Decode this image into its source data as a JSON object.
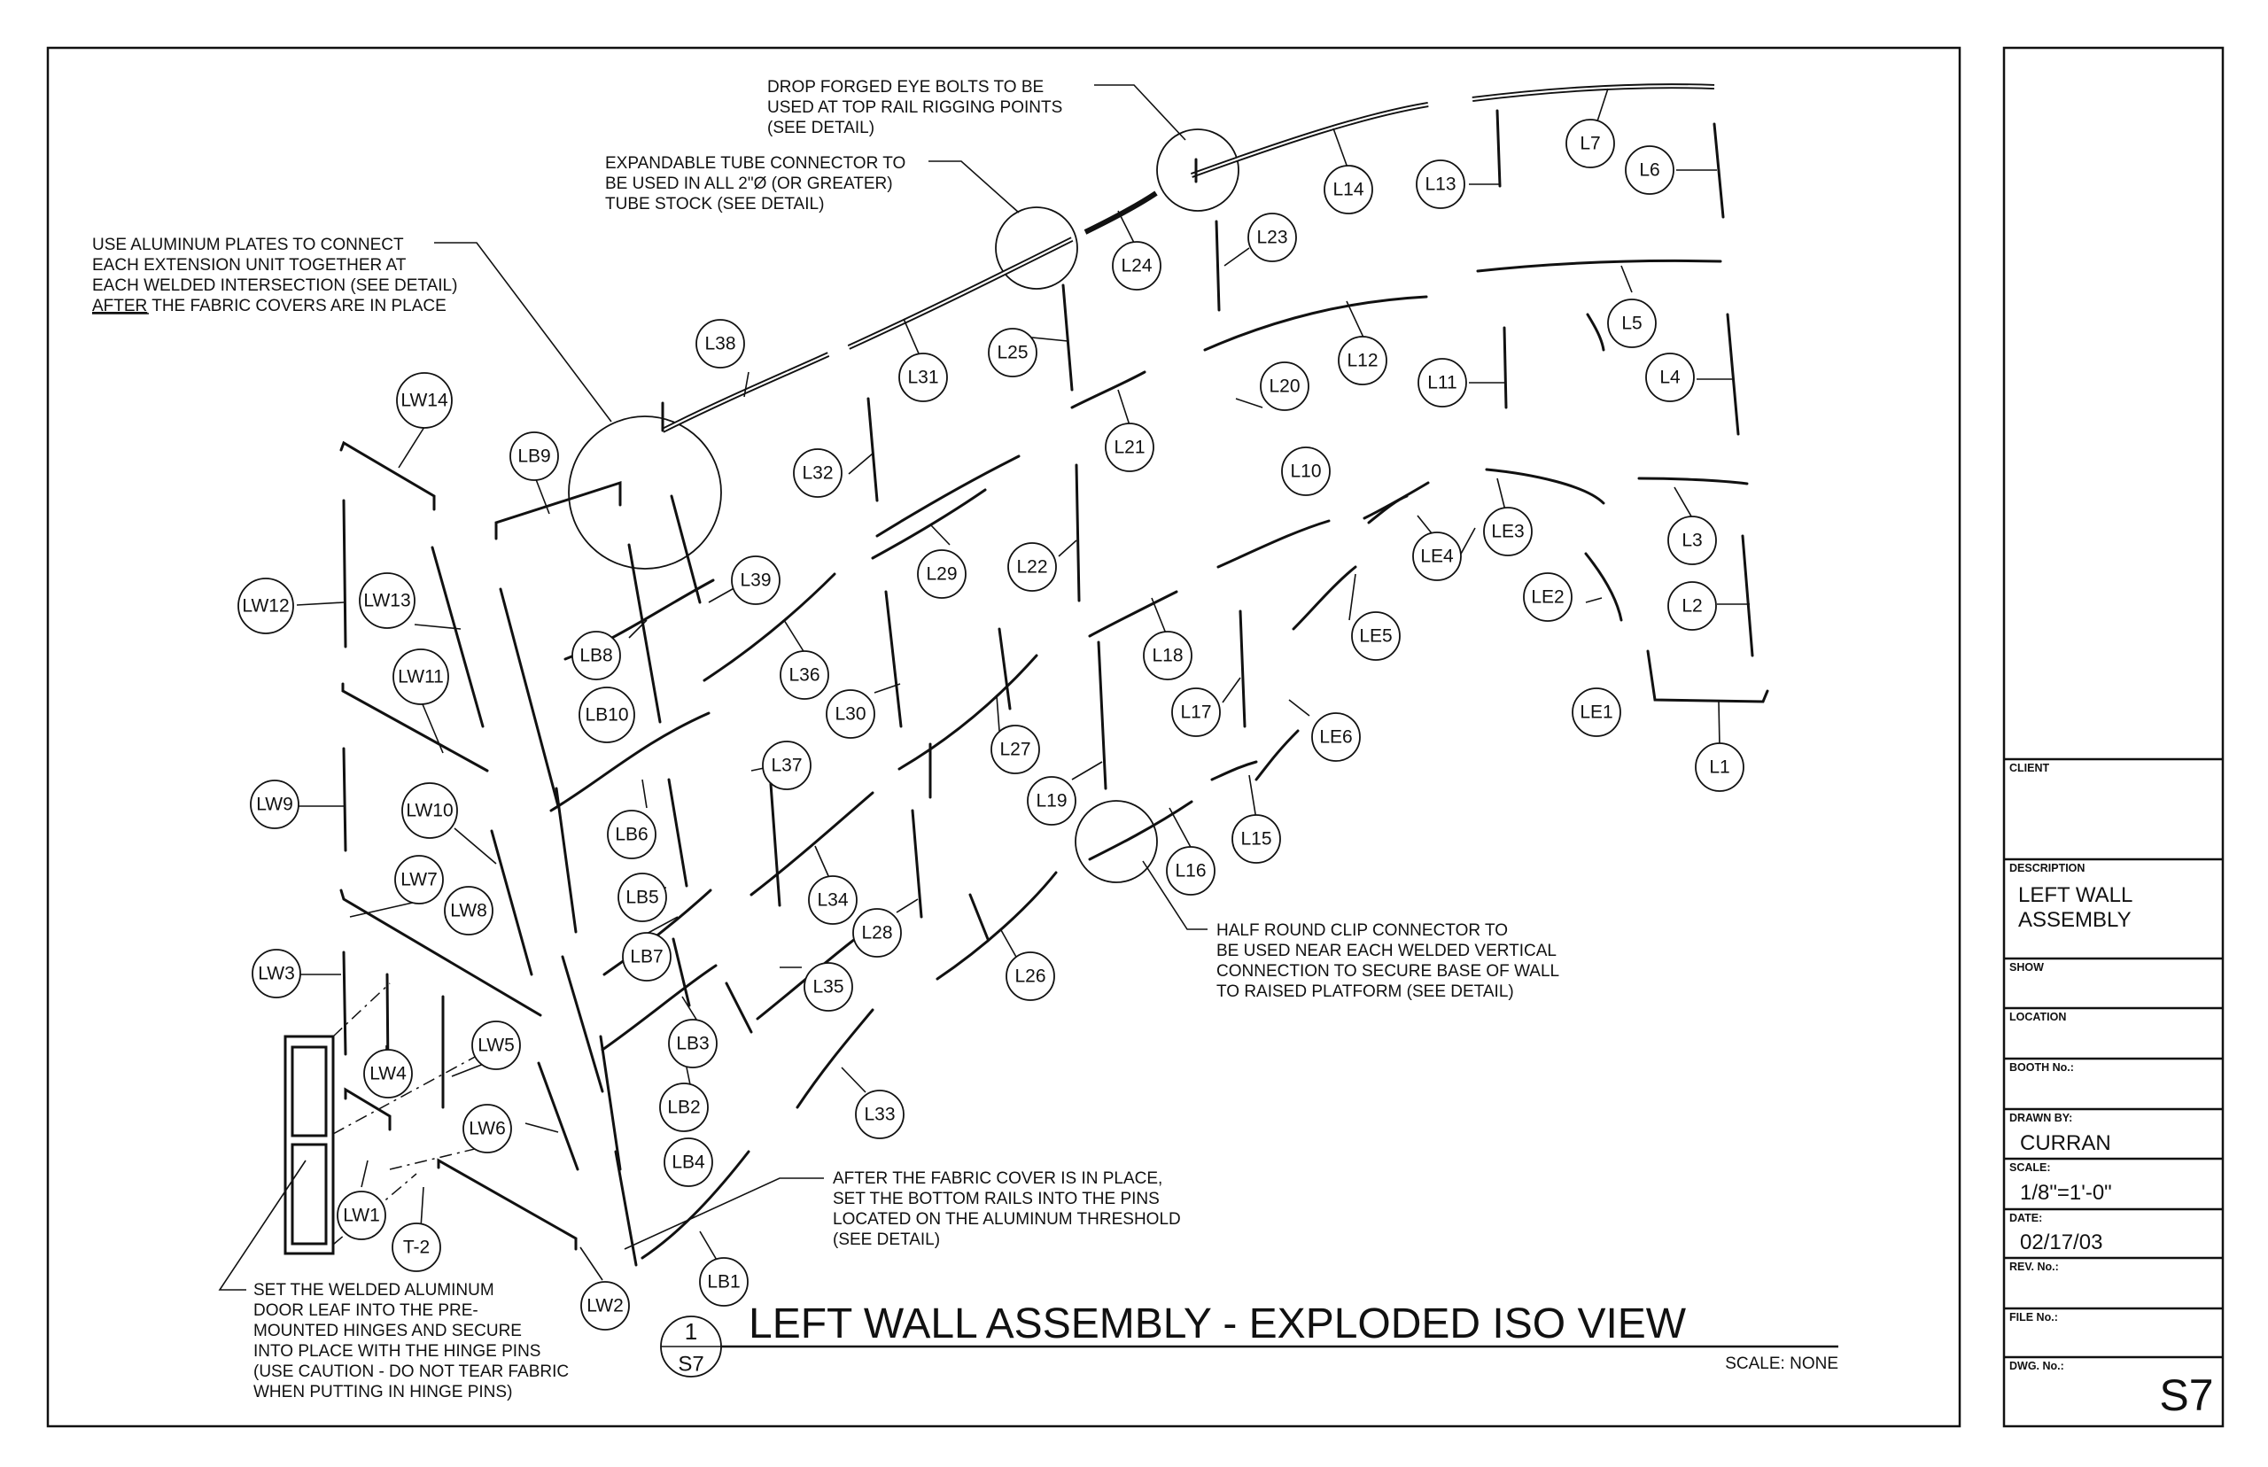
{
  "drawing": {
    "title": "LEFT WALL ASSEMBLY - EXPLODED ISO VIEW",
    "scale_note": "SCALE: NONE",
    "detail_number": "1",
    "detail_sheet": "S7"
  },
  "notes": {
    "eye_bolts": [
      "DROP FORGED EYE BOLTS TO BE",
      "USED AT TOP RAIL RIGGING POINTS",
      "(SEE DETAIL)"
    ],
    "tube_connector": [
      "EXPANDABLE TUBE CONNECTOR TO",
      "BE USED IN ALL 2\"Ø (OR GREATER)",
      "TUBE STOCK (SEE DETAIL)"
    ],
    "aluminum_plates": [
      "USE ALUMINUM PLATES TO CONNECT",
      "EACH EXTENSION UNIT TOGETHER AT",
      "EACH WELDED INTERSECTION (SEE DETAIL)"
    ],
    "aluminum_plates_after": "AFTER",
    "aluminum_plates_last": " THE FABRIC COVERS ARE IN PLACE",
    "half_round_clip": [
      "HALF ROUND CLIP CONNECTOR TO",
      "BE USED NEAR EACH WELDED VERTICAL",
      "CONNECTION TO SECURE BASE OF WALL",
      "TO RAISED PLATFORM (SEE DETAIL)"
    ],
    "bottom_rails": [
      "AFTER THE FABRIC COVER IS IN PLACE,",
      "SET THE BOTTOM RAILS INTO THE PINS",
      "LOCATED ON THE ALUMINUM THRESHOLD",
      "(SEE DETAIL)"
    ],
    "door_leaf": [
      "SET THE WELDED ALUMINUM",
      "DOOR LEAF INTO THE PRE-",
      "MOUNTED HINGES AND SECURE",
      "INTO PLACE WITH THE HINGE PINS",
      "(USE CAUTION - DO NOT TEAR FABRIC",
      "WHEN PUTTING IN HINGE PINS)"
    ]
  },
  "part_tags": [
    {
      "label": "L1"
    },
    {
      "label": "L2"
    },
    {
      "label": "L3"
    },
    {
      "label": "L4"
    },
    {
      "label": "L5"
    },
    {
      "label": "L6"
    },
    {
      "label": "L7"
    },
    {
      "label": "L10"
    },
    {
      "label": "L11"
    },
    {
      "label": "L12"
    },
    {
      "label": "L13"
    },
    {
      "label": "L14"
    },
    {
      "label": "L15"
    },
    {
      "label": "L16"
    },
    {
      "label": "L17"
    },
    {
      "label": "L18"
    },
    {
      "label": "L19"
    },
    {
      "label": "L20"
    },
    {
      "label": "L21"
    },
    {
      "label": "L22"
    },
    {
      "label": "L23"
    },
    {
      "label": "L24"
    },
    {
      "label": "L25"
    },
    {
      "label": "L26"
    },
    {
      "label": "L27"
    },
    {
      "label": "L28"
    },
    {
      "label": "L29"
    },
    {
      "label": "L30"
    },
    {
      "label": "L31"
    },
    {
      "label": "L32"
    },
    {
      "label": "L33"
    },
    {
      "label": "L34"
    },
    {
      "label": "L35"
    },
    {
      "label": "L36"
    },
    {
      "label": "L37"
    },
    {
      "label": "L38"
    },
    {
      "label": "L39"
    },
    {
      "label": "LE1"
    },
    {
      "label": "LE2"
    },
    {
      "label": "LE3"
    },
    {
      "label": "LE4"
    },
    {
      "label": "LE5"
    },
    {
      "label": "LE6"
    },
    {
      "label": "LB1"
    },
    {
      "label": "LB2"
    },
    {
      "label": "LB3"
    },
    {
      "label": "LB4"
    },
    {
      "label": "LB5"
    },
    {
      "label": "LB6"
    },
    {
      "label": "LB7"
    },
    {
      "label": "LB8"
    },
    {
      "label": "LB9"
    },
    {
      "label": "LB10"
    },
    {
      "label": "LW1"
    },
    {
      "label": "LW2"
    },
    {
      "label": "LW3"
    },
    {
      "label": "LW4"
    },
    {
      "label": "LW5"
    },
    {
      "label": "LW6"
    },
    {
      "label": "LW7"
    },
    {
      "label": "LW8"
    },
    {
      "label": "LW9"
    },
    {
      "label": "LW10"
    },
    {
      "label": "LW11"
    },
    {
      "label": "LW12"
    },
    {
      "label": "LW13"
    },
    {
      "label": "LW14"
    },
    {
      "label": "T-2"
    }
  ],
  "title_block": {
    "client_label": "CLIENT",
    "client_value": "",
    "description_label": "DESCRIPTION",
    "description_value": [
      "LEFT WALL",
      "ASSEMBLY"
    ],
    "show_label": "SHOW",
    "location_label": "LOCATION",
    "booth_label": "BOOTH No.:",
    "drawn_by_label": "DRAWN BY:",
    "drawn_by_value": "CURRAN",
    "scale_label": "SCALE:",
    "scale_value": "1/8\"=1'-0\"",
    "date_label": "DATE:",
    "date_value": "02/17/03",
    "rev_label": "REV. No.:",
    "file_label": "FILE No.:",
    "dwg_label": "DWG. No.:",
    "dwg_value": "S7"
  }
}
